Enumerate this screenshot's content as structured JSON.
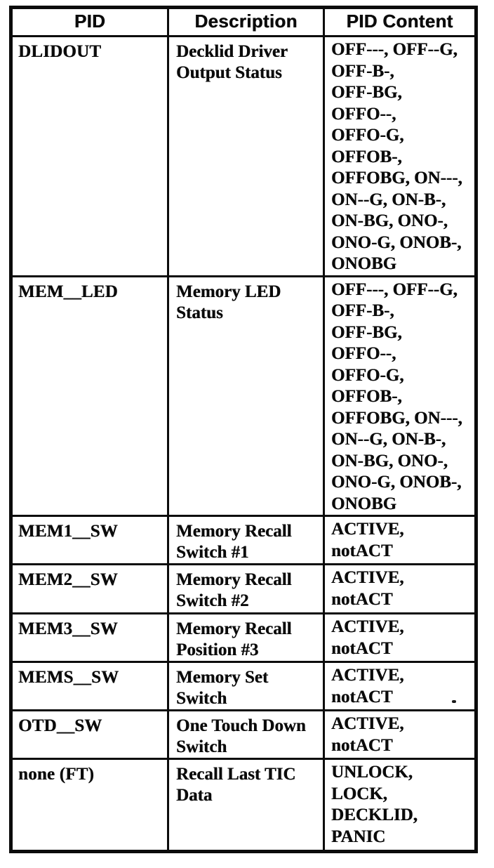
{
  "page": {
    "background_color": "#ffffff",
    "ink_color": "#0b0b0b"
  },
  "table": {
    "headers": [
      "PID",
      "Description",
      "PID Content"
    ],
    "rows": [
      {
        "pid": "DLIDOUT",
        "description": "Decklid Driver\nOutput Status",
        "content": "OFF---, OFF--G,\nOFF-B-,\nOFF-BG,\nOFFO--,\nOFFO-G,\nOFFOB-,\nOFFOBG, ON---,\nON--G, ON-B-,\nON-BG, ONO-,\nONO-G, ONOB-,\nONOBG"
      },
      {
        "pid": "MEM__LED",
        "description": "Memory LED\nStatus",
        "content": "OFF---, OFF--G,\nOFF-B-,\nOFF-BG,\nOFFO--,\nOFFO-G,\nOFFOB-,\nOFFOBG, ON---,\nON--G, ON-B-,\nON-BG, ONO-,\nONO-G, ONOB-,\nONOBG"
      },
      {
        "pid": "MEM1__SW",
        "description": "Memory Recall\nSwitch #1",
        "content": "ACTIVE,\nnotACT"
      },
      {
        "pid": "MEM2__SW",
        "description": "Memory Recall\nSwitch #2",
        "content": "ACTIVE,\nnotACT"
      },
      {
        "pid": "MEM3__SW",
        "description": "Memory Recall\nPosition #3",
        "content": "ACTIVE,\nnotACT"
      },
      {
        "pid": "MEMS__SW",
        "description": "Memory Set\nSwitch",
        "content": "ACTIVE,\nnotACT"
      },
      {
        "pid": "OTD__SW",
        "description": "One Touch Down\nSwitch",
        "content": "ACTIVE,\nnotACT"
      },
      {
        "pid": "none (FT)",
        "description": "Recall Last TIC\nData",
        "content": "UNLOCK,\nLOCK,\nDECKLID,\nPANIC"
      }
    ]
  }
}
